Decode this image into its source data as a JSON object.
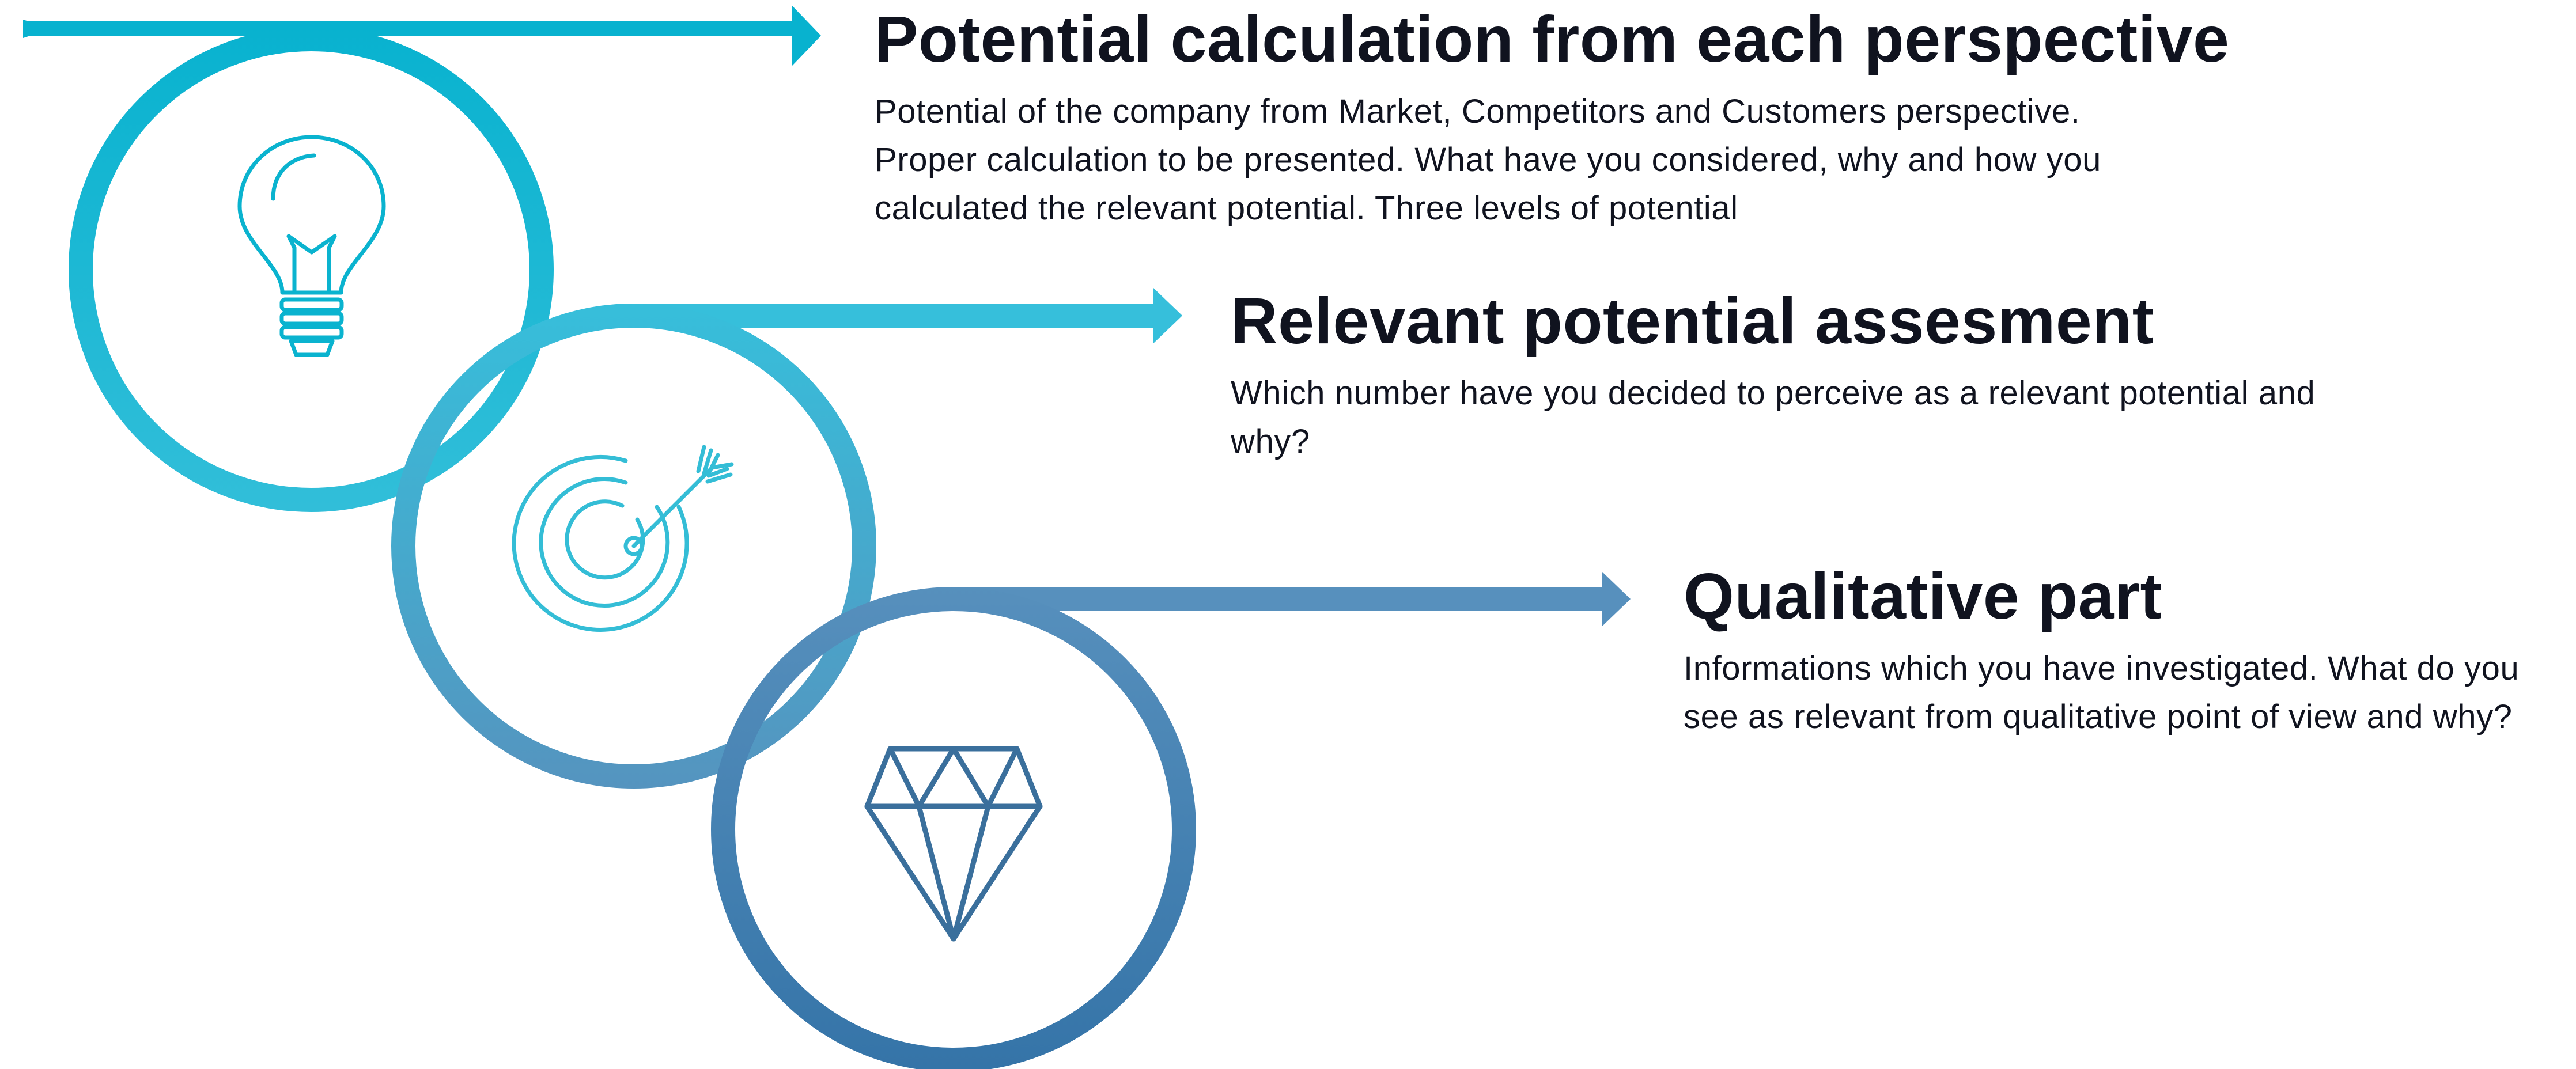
{
  "steps": [
    {
      "title": "Potential calculation from each perspective",
      "description": "Potential of the company from Market, Competitors and Customers perspective. Proper calculation to be presented. What have you considered, why and how you calculated the relevant potential. Three levels of potential",
      "icon": "lightbulb-icon",
      "color": "#0ab3cf"
    },
    {
      "title": "Relevant potential assesment",
      "description": "Which number have you decided to perceive as a relevant potential and why?",
      "icon": "target-icon",
      "color": "#34bdd6"
    },
    {
      "title": "Qualitative part",
      "description": "Informations which you have investigated. What do you see as relevant from qualitative point of view and why?",
      "icon": "diamond-icon",
      "color": "#3878aa"
    }
  ]
}
